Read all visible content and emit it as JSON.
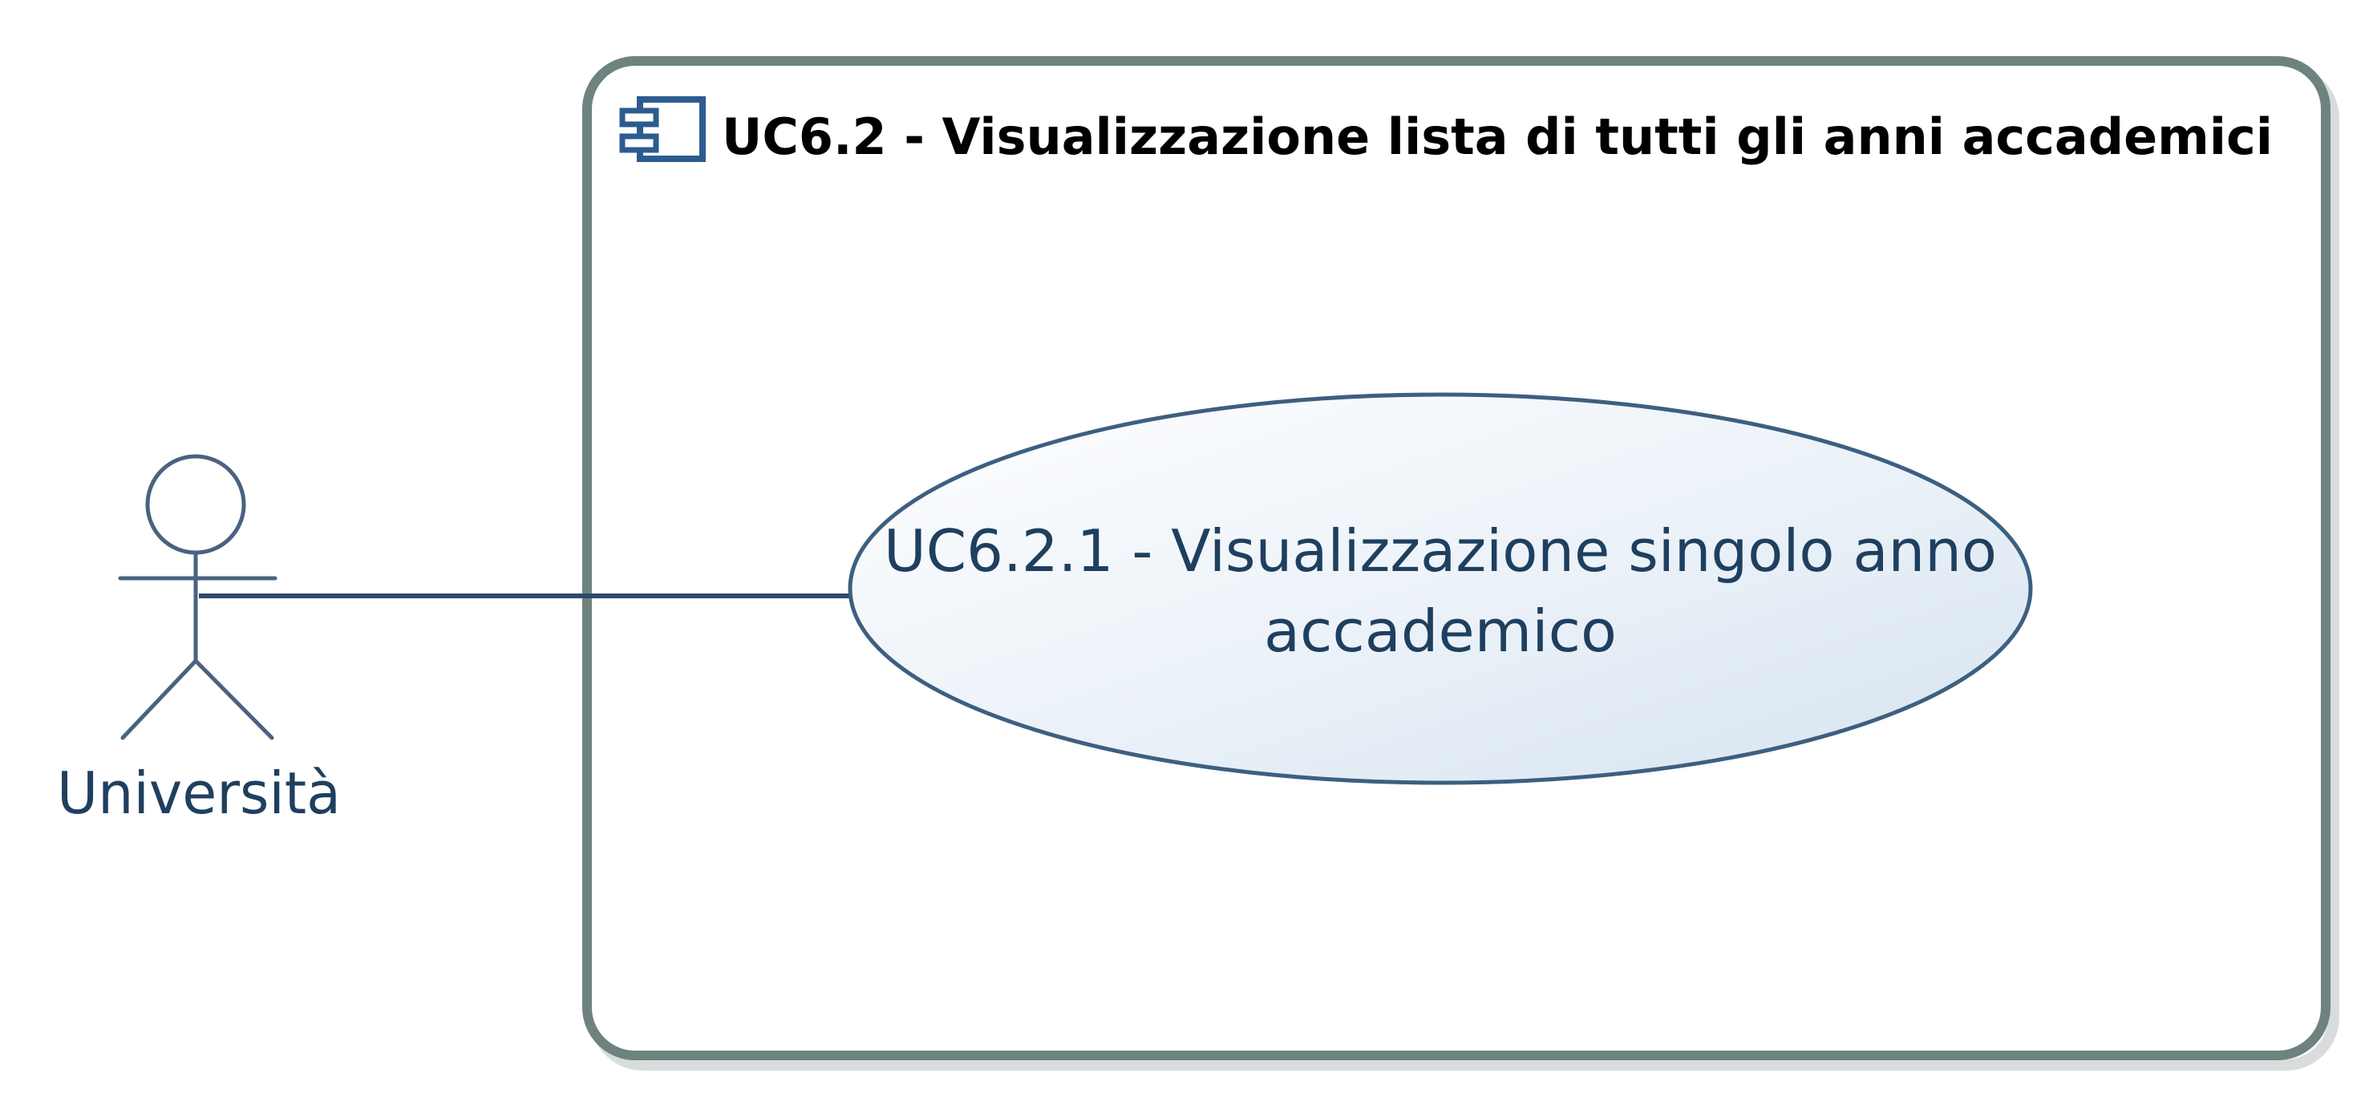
{
  "diagram": {
    "type": "uml-use-case",
    "system": {
      "title": "UC6.2 - Visualizzazione lista di tutti gli anni accademici",
      "icon": "component-icon"
    },
    "use_case": {
      "label_line1": "UC6.2.1 - Visualizzazione singolo anno",
      "label_line2": "accademico"
    },
    "actor": {
      "label": "Università"
    },
    "colors": {
      "boundary_stroke": "#6e8380",
      "boundary_shadow": "#d9dcdc",
      "line": "#2c4a6e",
      "ellipse_fill_light": "#ffffff",
      "ellipse_fill_dark": "#dce7f2",
      "text": "#1f3f5f"
    }
  }
}
